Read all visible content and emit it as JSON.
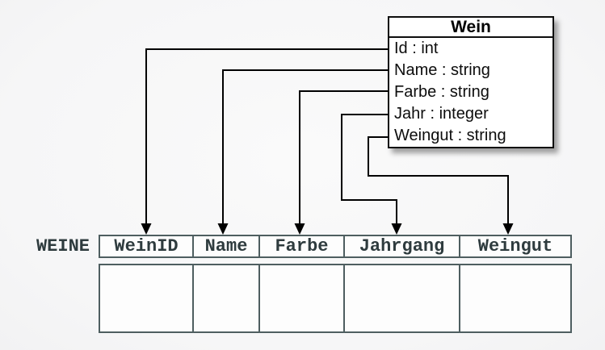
{
  "class_box": {
    "title": "Wein",
    "attributes": [
      "Id : int",
      "Name : string",
      "Farbe : string",
      "Jahr : integer",
      "Weingut : string"
    ]
  },
  "table": {
    "label": "WEINE",
    "columns": [
      "WeinID",
      "Name",
      "Farbe",
      "Jahrgang",
      "Weingut"
    ],
    "body_rows": 1
  },
  "mappings": [
    {
      "from": "Id",
      "to": "WeinID"
    },
    {
      "from": "Name",
      "to": "Name"
    },
    {
      "from": "Farbe",
      "to": "Farbe"
    },
    {
      "from": "Jahr",
      "to": "Jahrgang"
    },
    {
      "from": "Weingut",
      "to": "Weingut"
    }
  ],
  "colors": {
    "connector_line": "#000000",
    "table_text": "#2e3b3e",
    "table_border": "#4e5e60",
    "class_border": "#0d0d0d",
    "background": "#f7f7f8"
  }
}
